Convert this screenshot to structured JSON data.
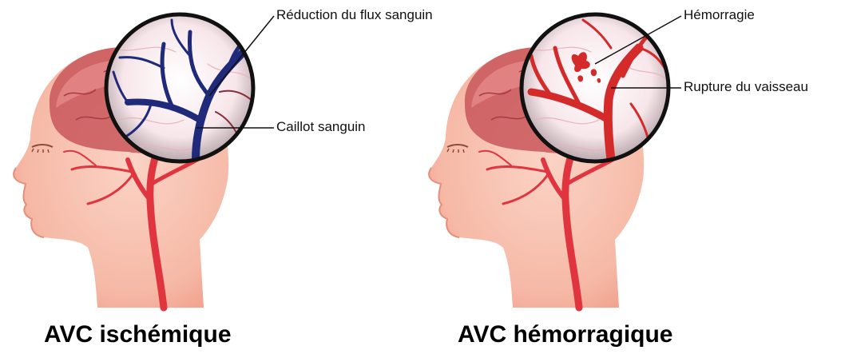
{
  "panels": [
    {
      "id": "ischemic",
      "caption": "AVC ischémique",
      "vessel_color": "#1f2a7a",
      "labels": {
        "flow_reduction": "Réduction du flux sanguin",
        "clot": "Caillot sanguin"
      }
    },
    {
      "id": "hemorrhagic",
      "caption": "AVC hémorragique",
      "vessel_color": "#d42a2a",
      "labels": {
        "hemorrhage": "Hémorragie",
        "rupture": "Rupture du vaisseau"
      }
    }
  ],
  "colors": {
    "skin": "#f6b9a6",
    "skin_dark": "#ef9c86",
    "brain": "#c9565a",
    "artery": "#e0353f",
    "lens_rim": "#111111"
  }
}
